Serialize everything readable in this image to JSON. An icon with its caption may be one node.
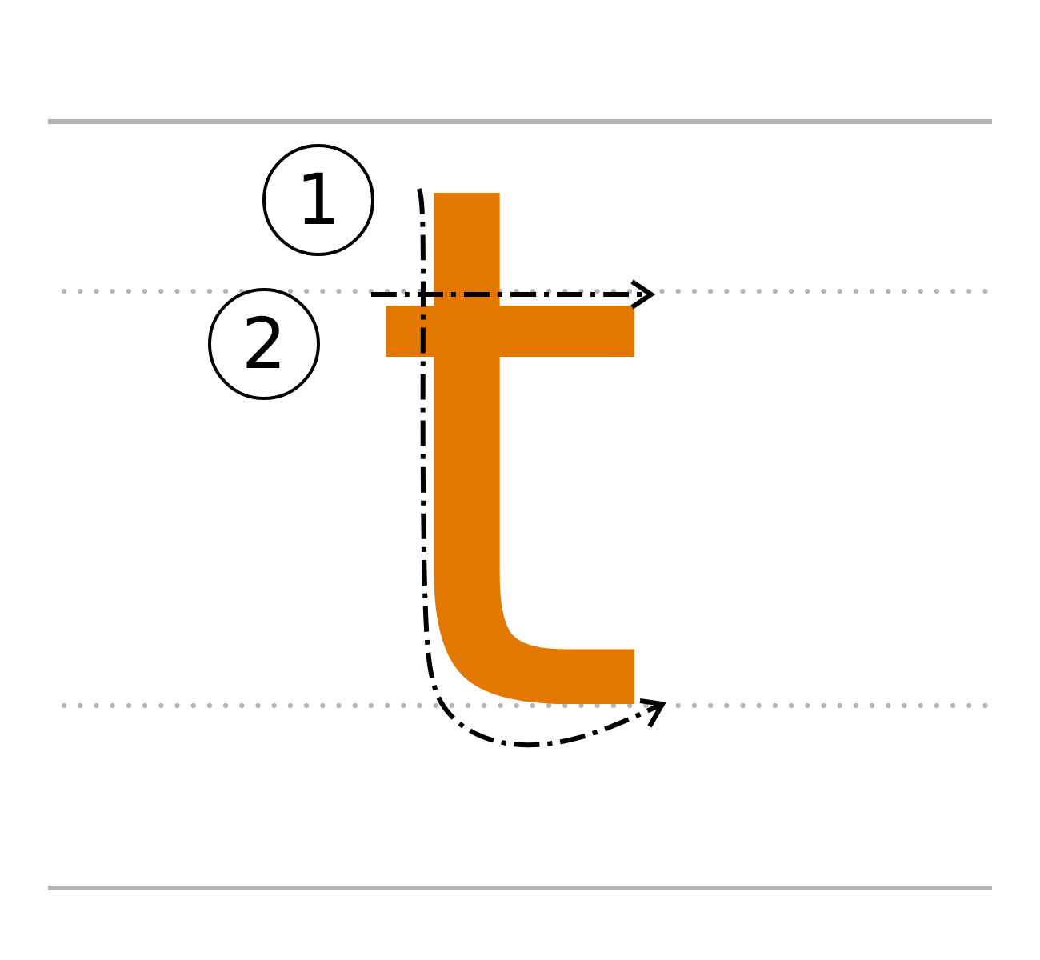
{
  "diagram": {
    "labels": [
      "1",
      "2",
      "t"
    ]
  }
}
